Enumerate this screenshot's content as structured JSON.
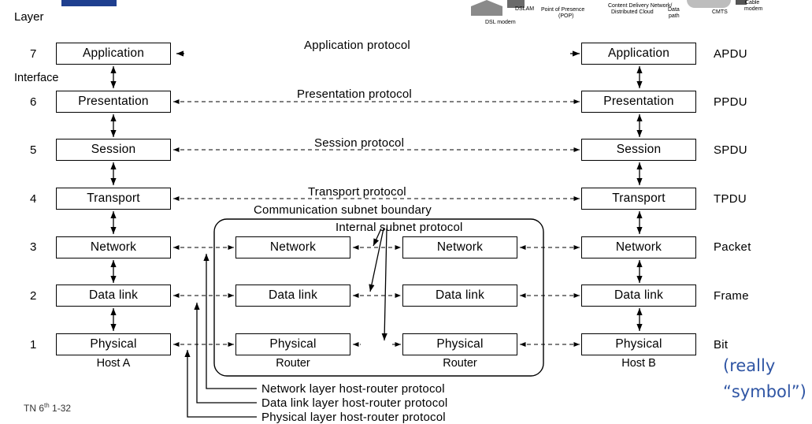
{
  "header": {
    "layer_label": "Layer",
    "interface_label": "Interface",
    "accent_color": "#1f3f8f"
  },
  "layers": [
    {
      "number": "7",
      "name": "Application",
      "pdu": "APDU",
      "protocol": "Application protocol"
    },
    {
      "number": "6",
      "name": "Presentation",
      "pdu": "PPDU",
      "protocol": "Presentation protocol"
    },
    {
      "number": "5",
      "name": "Session",
      "pdu": "SPDU",
      "protocol": "Session protocol"
    },
    {
      "number": "4",
      "name": "Transport",
      "pdu": "TPDU",
      "protocol": "Transport protocol"
    },
    {
      "number": "3",
      "name": "Network",
      "pdu": "Packet"
    },
    {
      "number": "2",
      "name": "Data link",
      "pdu": "Frame"
    },
    {
      "number": "1",
      "name": "Physical",
      "pdu": "Bit"
    }
  ],
  "subnet": {
    "boundary_label": "Communication subnet boundary",
    "internal_protocol_label": "Internal subnet protocol",
    "router_label": "Router"
  },
  "hosts": {
    "left": "Host A",
    "right": "Host B"
  },
  "host_router_protocols": [
    "Network layer host-router protocol",
    "Data link layer host-router protocol",
    "Physical layer host-router protocol"
  ],
  "note": {
    "line1": "(really",
    "line2": "“symbol”)",
    "color": "#2f55a4"
  },
  "footer": {
    "prefix": "TN 6",
    "superscript": "th",
    "suffix": " 1-32"
  },
  "top_diagram": {
    "labels": [
      "DSLAM",
      "Point of Presence",
      "(POP)",
      "DSL modem",
      "Content Delivery Network/",
      "Distributed Cloud",
      "Data",
      "path",
      "Cable",
      "modem",
      "CMTS"
    ]
  }
}
